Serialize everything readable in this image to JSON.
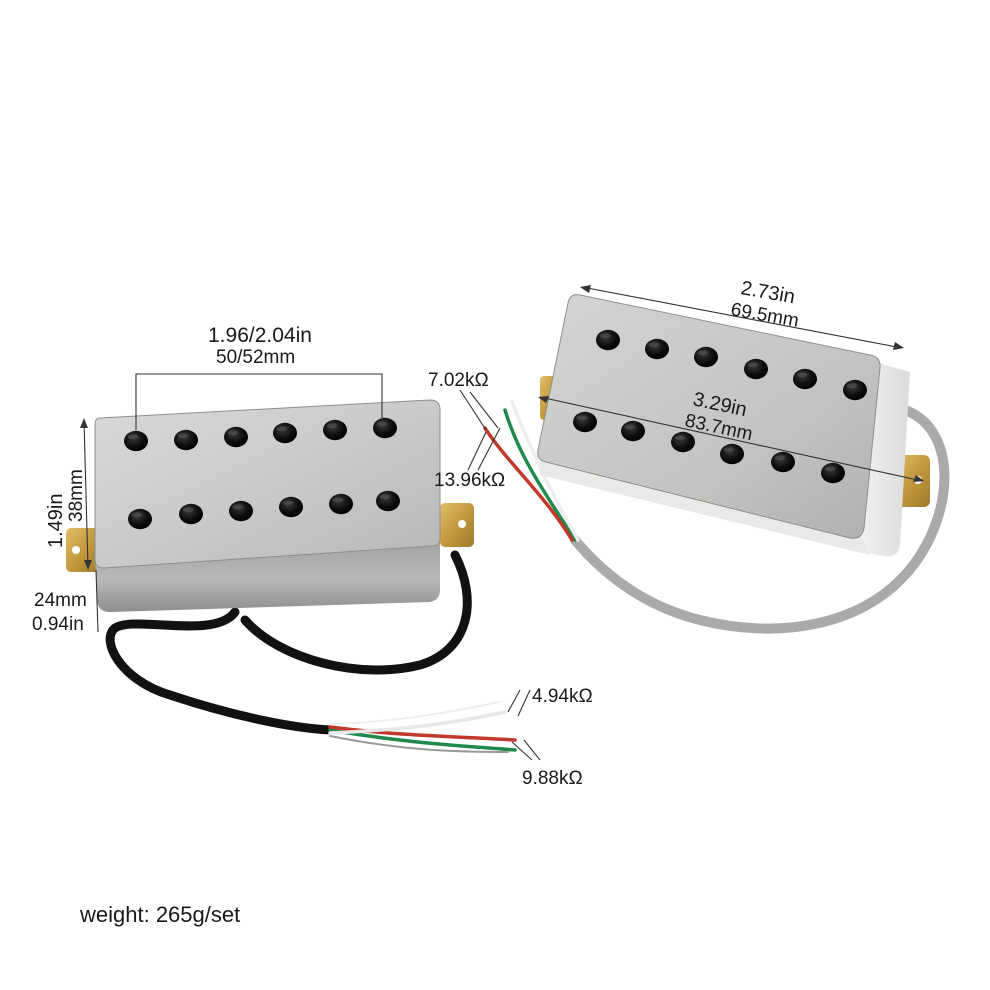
{
  "product": {
    "weight_label": "weight: 265g/set"
  },
  "left_pickup": {
    "width_in": "1.96/2.04in",
    "width_mm": "50/52mm",
    "height_in": "1.49in",
    "height_mm": "38mm",
    "depth_mm": "24mm",
    "depth_in": "0.94in",
    "resistance_a": "4.94kΩ",
    "resistance_b": "9.88kΩ",
    "cable_color": "#111111",
    "pole_count": 12
  },
  "right_pickup": {
    "width_in": "2.73in",
    "width_mm": "69.5mm",
    "length_in": "3.29in",
    "length_mm": "83.7mm",
    "resistance_a": "7.02kΩ",
    "resistance_b": "13.96kΩ",
    "cable_color": "#a9abab",
    "pole_count": 12
  },
  "colors": {
    "cover_light": "#e4e4e2",
    "cover_dark": "#9c9c9a",
    "pole": "#0d0d0d",
    "tab_gold": "#c9a14a",
    "wire_red": "#c0392b",
    "wire_green": "#1f8a4c",
    "wire_white": "#f2f2f2"
  }
}
